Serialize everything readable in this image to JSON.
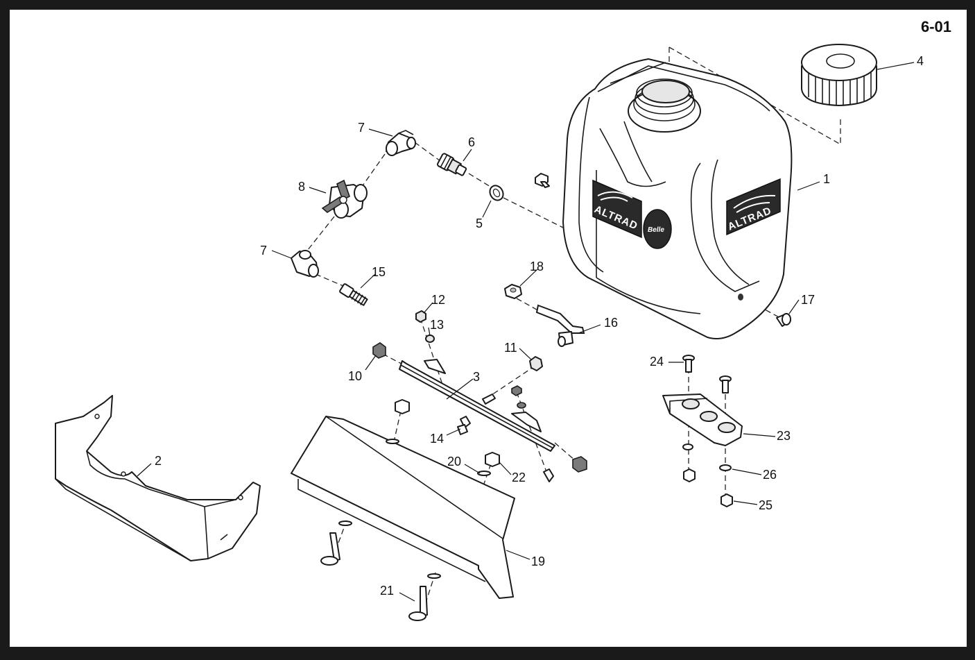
{
  "page_code": "6-01",
  "brand_text": "ALTRAD",
  "badge_text": "Belle",
  "callouts": {
    "c1": "1",
    "c2": "2",
    "c3": "3",
    "c4": "4",
    "c5": "5",
    "c6": "6",
    "c7a": "7",
    "c7b": "7",
    "c8": "8",
    "c10": "10",
    "c11": "11",
    "c12": "12",
    "c13": "13",
    "c14": "14",
    "c15": "15",
    "c16": "16",
    "c17": "17",
    "c18": "18",
    "c19": "19",
    "c20": "20",
    "c21": "21",
    "c22": "22",
    "c23": "23",
    "c24": "24",
    "c25": "25",
    "c26": "26"
  }
}
